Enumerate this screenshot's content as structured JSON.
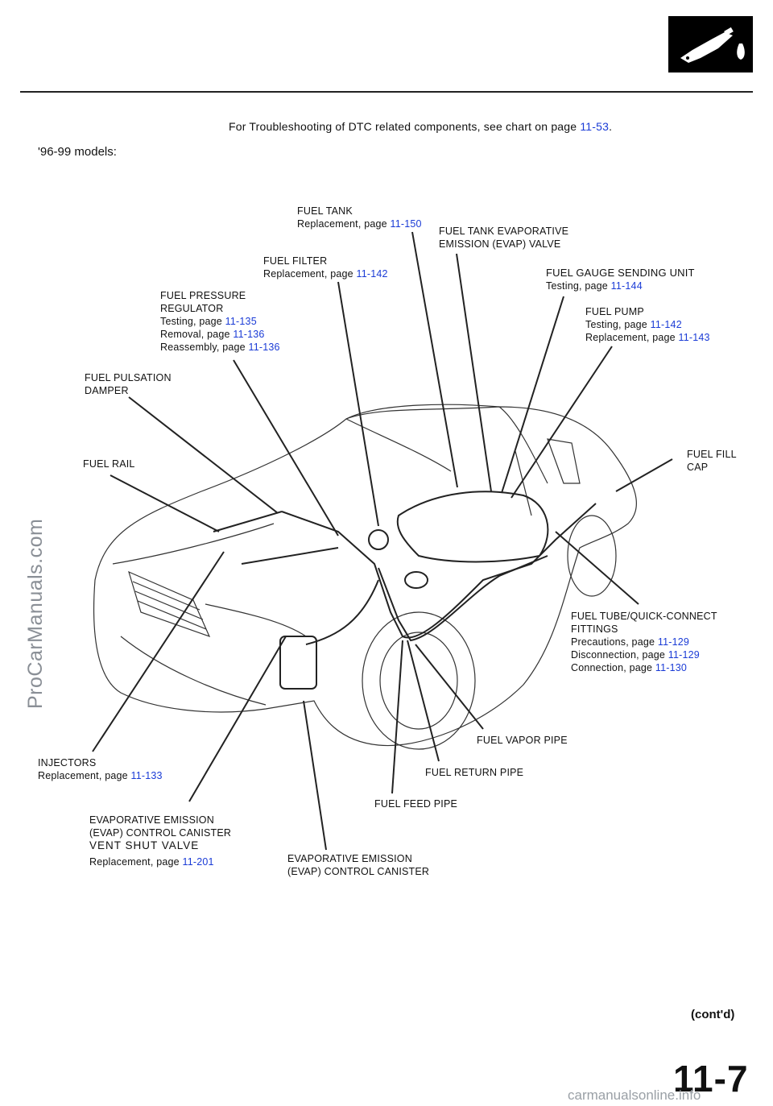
{
  "header": {
    "intro_text": "For Troubleshooting of DTC related components, see chart on page",
    "intro_page": "11-53",
    "intro_end": ".",
    "models": "'96-99 models:"
  },
  "labels": {
    "fuel_tank": {
      "title": "FUEL TANK",
      "line": "Replacement, page",
      "page": "11-150"
    },
    "evap_valve": {
      "title1": "FUEL TANK EVAPORATIVE",
      "title2": "EMISSION (EVAP) VALVE"
    },
    "fuel_filter": {
      "title": "FUEL FILTER",
      "line": "Replacement, page",
      "page": "11-142"
    },
    "gauge_unit": {
      "title": "FUEL GAUGE SENDING UNIT",
      "line": "Testing, page",
      "page": "11-144"
    },
    "pressure_reg": {
      "title1": "FUEL PRESSURE",
      "title2": "REGULATOR",
      "l1": "Testing, page",
      "p1": "11-135",
      "l2": "Removal, page",
      "p2": "11-136",
      "l3": "Reassembly, page",
      "p3": "11-136"
    },
    "fuel_pump": {
      "title": "FUEL PUMP",
      "l1": "Testing, page",
      "p1": "11-142",
      "l2": "Replacement, page",
      "p2": "11-143"
    },
    "pulsation": {
      "title1": "FUEL PULSATION",
      "title2": "DAMPER"
    },
    "fuel_rail": {
      "title": "FUEL RAIL"
    },
    "fill_cap": {
      "title1": "FUEL FILL",
      "title2": "CAP"
    },
    "tube_fittings": {
      "title1": "FUEL TUBE/QUICK-CONNECT",
      "title2": "FITTINGS",
      "l1": "Precautions, page",
      "p1": "11-129",
      "l2": "Disconnection, page",
      "p2": "11-129",
      "l3": "Connection, page",
      "p3": "11-130"
    },
    "vapor_pipe": {
      "title": "FUEL VAPOR PIPE"
    },
    "injectors": {
      "title": "INJECTORS",
      "line": "Replacement, page",
      "page": "11-133"
    },
    "return_pipe": {
      "title": "FUEL RETURN PIPE"
    },
    "feed_pipe": {
      "title": "FUEL FEED PIPE"
    },
    "shut_valve": {
      "title1": "EVAPORATIVE EMISSION",
      "title2": "(EVAP) CONTROL CANISTER",
      "title3": "VENT SHUT VALVE",
      "line": "Replacement, page",
      "page": "11-201"
    },
    "canister": {
      "title1": "EVAPORATIVE EMISSION",
      "title2": "(EVAP) CONTROL CANISTER"
    }
  },
  "footer": {
    "contd": "(cont'd)",
    "page_number": "11-7",
    "watermark": "ProCarManuals.com",
    "site": "carmanualsonline.info"
  },
  "colors": {
    "link": "#1a3bd6",
    "ink": "#111111",
    "watermark": "#8a8f96"
  }
}
